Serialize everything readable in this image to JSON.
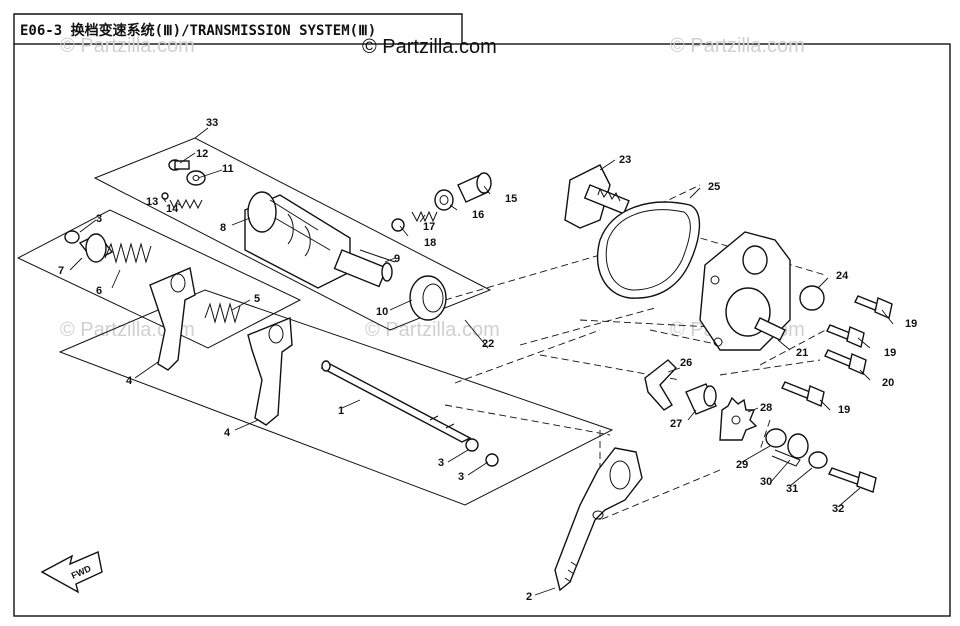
{
  "header": {
    "title": "E06-3 换档变速系统(Ⅲ)/TRANSMISSION SYSTEM(Ⅲ)",
    "watermark": "© Partzilla.com"
  },
  "fwd_label": "FWD",
  "labels": [
    {
      "n": "1"
    },
    {
      "n": "2"
    },
    {
      "n": "3"
    },
    {
      "n": "3"
    },
    {
      "n": "3"
    },
    {
      "n": "4"
    },
    {
      "n": "4"
    },
    {
      "n": "5"
    },
    {
      "n": "6"
    },
    {
      "n": "7"
    },
    {
      "n": "8"
    },
    {
      "n": "9"
    },
    {
      "n": "10"
    },
    {
      "n": "11"
    },
    {
      "n": "12"
    },
    {
      "n": "13"
    },
    {
      "n": "14"
    },
    {
      "n": "15"
    },
    {
      "n": "16"
    },
    {
      "n": "17"
    },
    {
      "n": "18"
    },
    {
      "n": "19"
    },
    {
      "n": "19"
    },
    {
      "n": "19"
    },
    {
      "n": "20"
    },
    {
      "n": "21"
    },
    {
      "n": "22"
    },
    {
      "n": "23"
    },
    {
      "n": "24"
    },
    {
      "n": "25"
    },
    {
      "n": "26"
    },
    {
      "n": "27"
    },
    {
      "n": "28"
    },
    {
      "n": "29"
    },
    {
      "n": "30"
    },
    {
      "n": "31"
    },
    {
      "n": "32"
    },
    {
      "n": "33"
    }
  ]
}
